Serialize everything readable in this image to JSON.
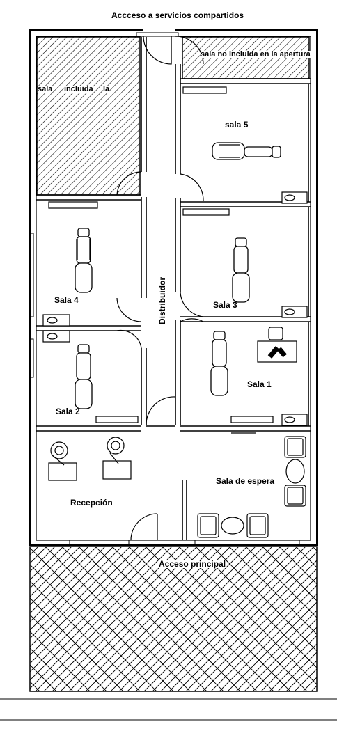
{
  "labels": {
    "top_access": "Accceso a servicios compartidos",
    "excluded_room": "sala no incluida en la apertura",
    "included_room_w1": "sala",
    "included_room_w2": "incluida",
    "included_room_w3": "la",
    "sala5": "sala 5",
    "sala4": "Sala 4",
    "sala3": "Sala 3",
    "sala2": "Sala 2",
    "sala1": "Sala 1",
    "distribuidor": "Distribuidor",
    "sala_espera": "Sala de espera",
    "recepcion": "Recepción",
    "acceso_principal": "Acceso principal"
  },
  "colors": {
    "line": "#000000",
    "background": "#ffffff",
    "furniture_fill": "#ffffff"
  },
  "icons": {
    "dental_chair": "dental-chair-icon",
    "sink": "sink-icon",
    "desk": "desk-icon",
    "armchair": "armchair-icon",
    "coffee_table": "coffee-table-icon",
    "door_swing": "door-swing-icon"
  }
}
